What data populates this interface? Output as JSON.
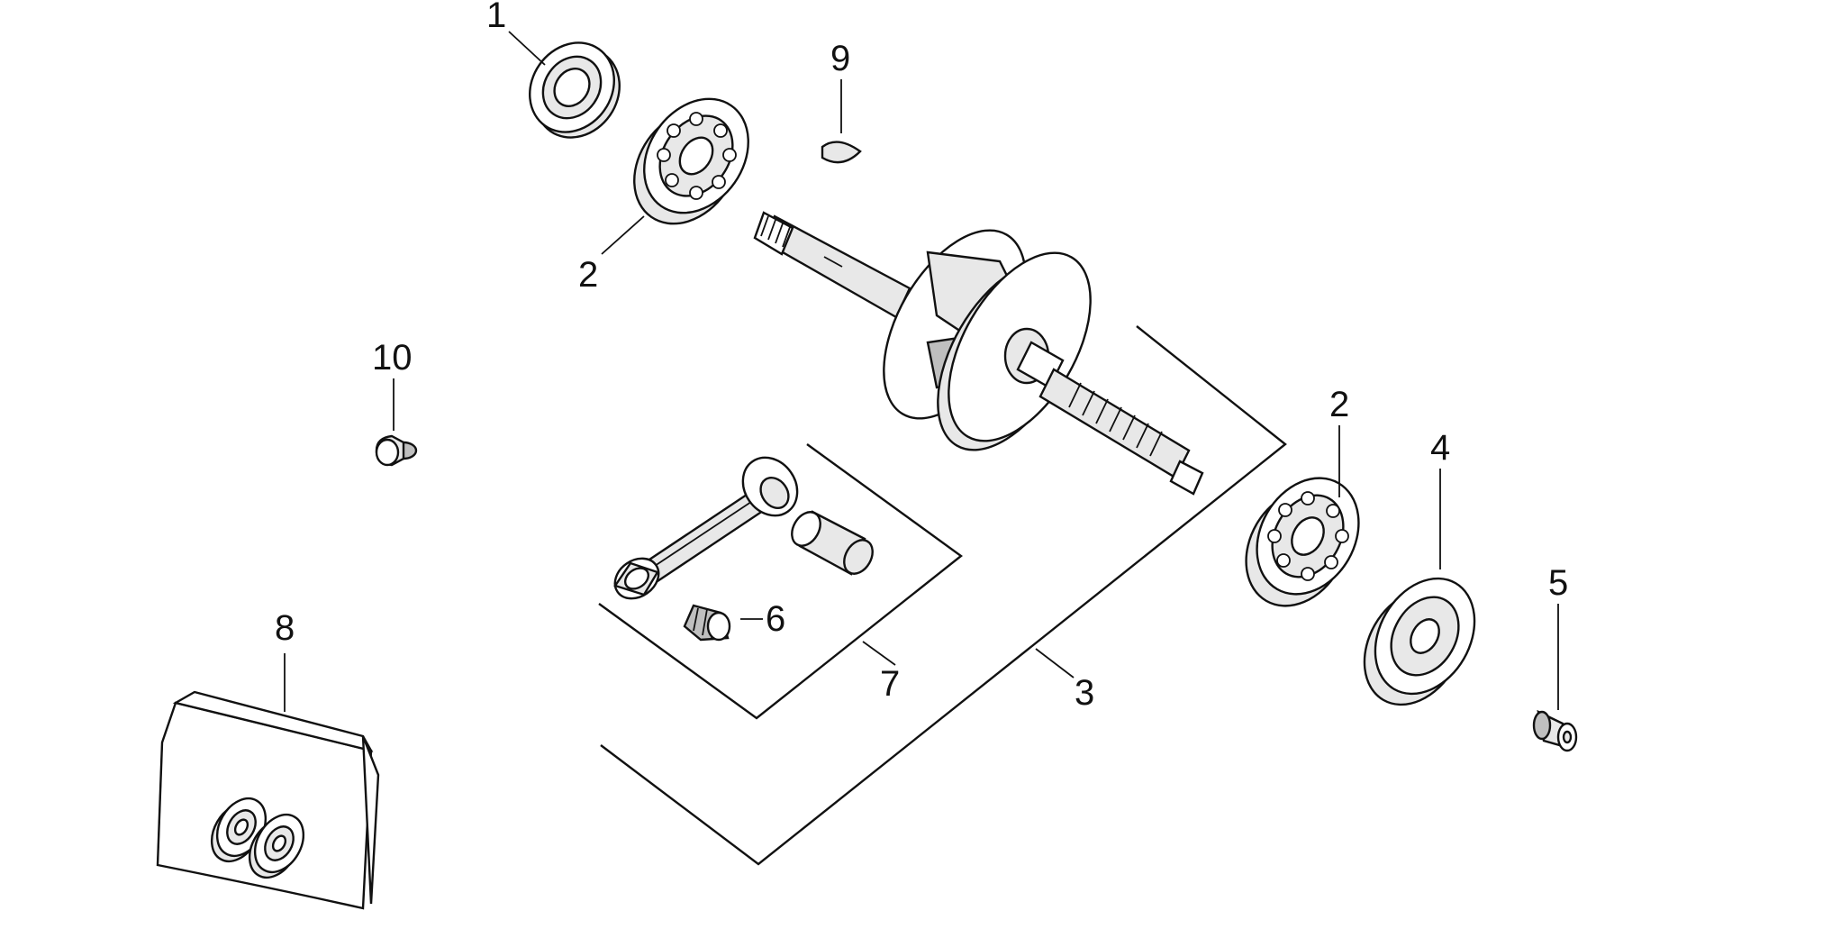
{
  "callouts": {
    "c1": "1",
    "c2a": "2",
    "c2b": "2",
    "c3": "3",
    "c4": "4",
    "c5": "5",
    "c6": "6",
    "c7": "7",
    "c8": "8",
    "c9": "9",
    "c10": "10"
  }
}
